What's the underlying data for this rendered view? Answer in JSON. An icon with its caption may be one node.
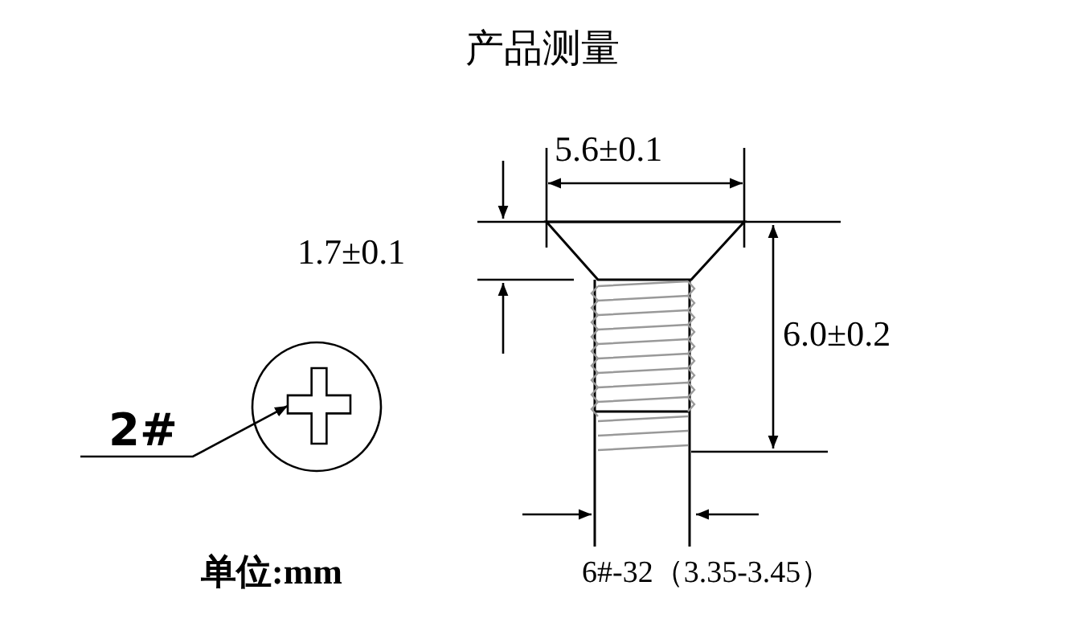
{
  "diagram": {
    "title": "产品测量",
    "nodes": [
      {
        "text": [
          "2#"
        ]
      },
      {
        "text": [],
        "shape": "circle"
      },
      {
        "text": [],
        "shape": "cross",
        "in": 1
      }
    ],
    "edges": [
      {
        "from": 0,
        "to": 2,
        "arrow": "to"
      }
    ],
    "labels": [
      "5.6±0.1",
      "1.7±0.1",
      "6.0±0.2",
      "单位:mm",
      "6#-32（3.35-3.45）"
    ]
  }
}
